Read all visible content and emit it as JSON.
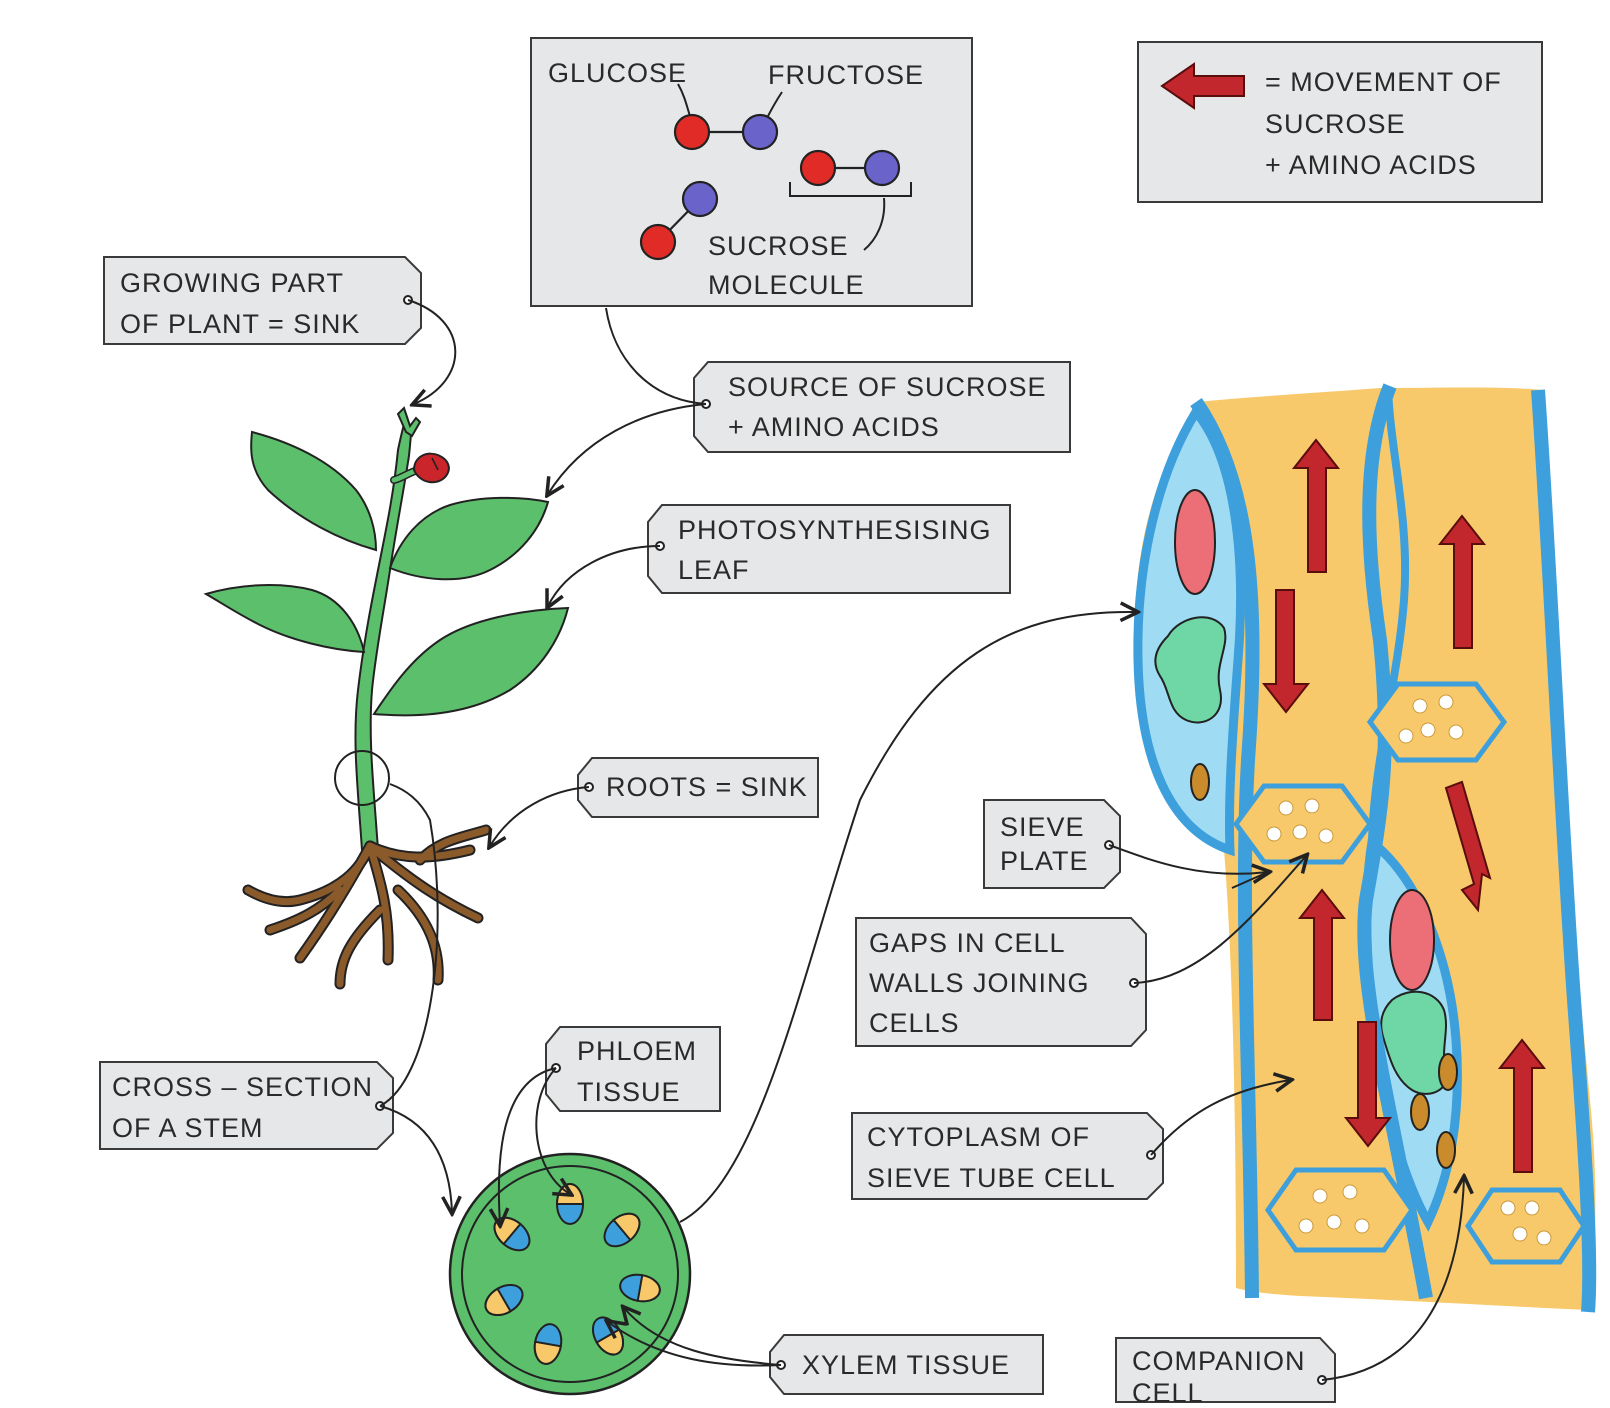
{
  "labels": {
    "glucose": "GLUCOSE",
    "fructose": "FRUCTOSE",
    "sucrose_1": "SUCROSE",
    "sucrose_2": "MOLECULE",
    "key_1": "= MOVEMENT  OF",
    "key_2": "SUCROSE",
    "key_3": "+ AMINO  ACIDS",
    "growing_1": "GROWING  PART",
    "growing_2": "OF  PLANT = SINK",
    "source_1": "SOURCE  OF  SUCROSE",
    "source_2": "+ AMINO  ACIDS",
    "photo_1": "PHOTOSYNTHESISING",
    "photo_2": "LEAF",
    "roots": "ROOTS = SINK",
    "cross_1": "CROSS – SECTION",
    "cross_2": "OF  A  STEM",
    "phloem_1": "PHLOEM",
    "phloem_2": "TISSUE",
    "xylem": "XYLEM  TISSUE",
    "sieve_1": "SIEVE",
    "sieve_2": "PLATE",
    "gaps_1": "GAPS  IN  CELL",
    "gaps_2": "WALLS  JOINING",
    "gaps_3": "CELLS",
    "cyto_1": "CYTOPLASM  OF",
    "cyto_2": "SIEVE  TUBE  CELL",
    "companion_1": "COMPANION",
    "companion_2": "CELL"
  },
  "colors": {
    "glucose": "#e02b26",
    "fructose": "#6a63c9",
    "leaf": "#5cbf6c",
    "stem": "#5cbf6c",
    "root": "#8a5a2b",
    "flower": "#c9252b",
    "phloem_yellow": "#f7c96b",
    "xylem_blue": "#3d9fdc",
    "cell_wall": "#3d9fdc",
    "cytoplasm": "#9fdcf4",
    "nucleus": "#ec6f78",
    "vacuole": "#6fd7a6",
    "arrow": "#c1272d",
    "label_box": "#e6e7e8"
  }
}
